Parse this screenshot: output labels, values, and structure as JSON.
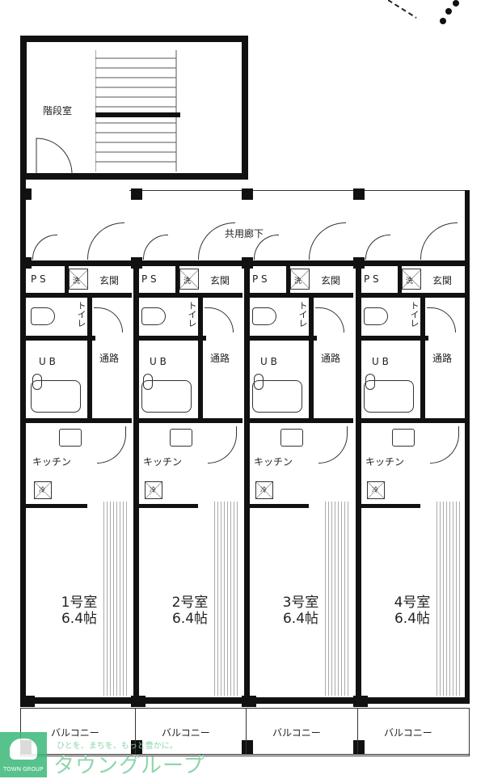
{
  "stair_label": "階段室",
  "corridor_label": "共用廊下",
  "units": [
    {
      "ps": "P S",
      "entrance": "玄関",
      "shoe_icon": "洗",
      "toilet": "トイレ",
      "bath": "U B",
      "hall": "通路",
      "kitchen": "キッチン",
      "vent": "冷",
      "room": "1号室",
      "size": "6.4帖",
      "balcony": "バルコニー"
    },
    {
      "ps": "P S",
      "entrance": "玄関",
      "shoe_icon": "洗",
      "toilet": "トイレ",
      "bath": "U B",
      "hall": "通路",
      "kitchen": "キッチン",
      "vent": "冷",
      "room": "2号室",
      "size": "6.4帖",
      "balcony": "バルコニー"
    },
    {
      "ps": "P S",
      "entrance": "玄関",
      "shoe_icon": "洗",
      "toilet": "トイレ",
      "bath": "U B",
      "hall": "通路",
      "kitchen": "キッチン",
      "vent": "冷",
      "room": "3号室",
      "size": "6.4帖",
      "balcony": "バルコニー"
    },
    {
      "ps": "P S",
      "entrance": "玄関",
      "shoe_icon": "洗",
      "toilet": "トイレ",
      "bath": "U B",
      "hall": "通路",
      "kitchen": "キッチン",
      "vent": "冷",
      "room": "4号室",
      "size": "6.4帖",
      "balcony": "バルコニー"
    }
  ],
  "logo": {
    "tagline": "ひとを、まちを、もっと豊かに。",
    "name": "タウングループ",
    "mark_text": "TOWN GROUP"
  },
  "colors": {
    "wall": "#111111",
    "logo": "#3cb878"
  }
}
